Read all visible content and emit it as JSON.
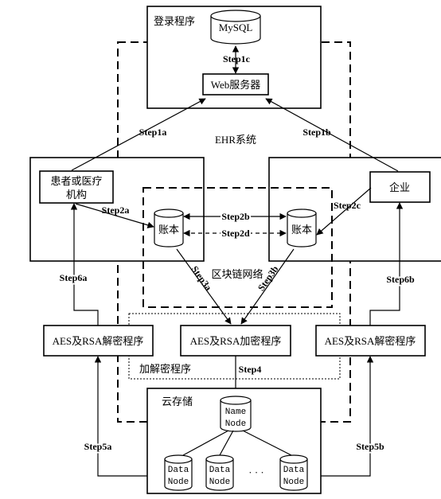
{
  "login": {
    "title": "登录程序",
    "db": "MySQL",
    "server": "Web服务器"
  },
  "ehr": {
    "title": "EHR系统"
  },
  "patient": {
    "line1": "患者或医疗",
    "line2": "机构"
  },
  "enterprise": {
    "label": "企业"
  },
  "ledger": {
    "left": "账本",
    "right": "账本"
  },
  "blockchain": {
    "title": "区块链网络"
  },
  "crypto": {
    "group": "加解密程序",
    "decrypt_left": "AES及RSA解密程序",
    "encrypt": "AES及RSA加密程序",
    "decrypt_right": "AES及RSA解密程序"
  },
  "cloud": {
    "title": "云存储",
    "name_node": [
      "Name",
      "Node"
    ],
    "data_node": [
      "Data",
      "Node"
    ],
    "ellipsis": "· · ·"
  },
  "steps": {
    "s1a": "Step1a",
    "s1b": "Step1b",
    "s1c": "Step1c",
    "s2a": "Step2a",
    "s2b": "Step2b",
    "s2c": "Step2c",
    "s2d": "Step2d",
    "s3a": "Step3a",
    "s3b": "Step3b",
    "s4": "Step4",
    "s5a": "Step5a",
    "s5b": "Step5b",
    "s6a": "Step6a",
    "s6b": "Step6b"
  }
}
